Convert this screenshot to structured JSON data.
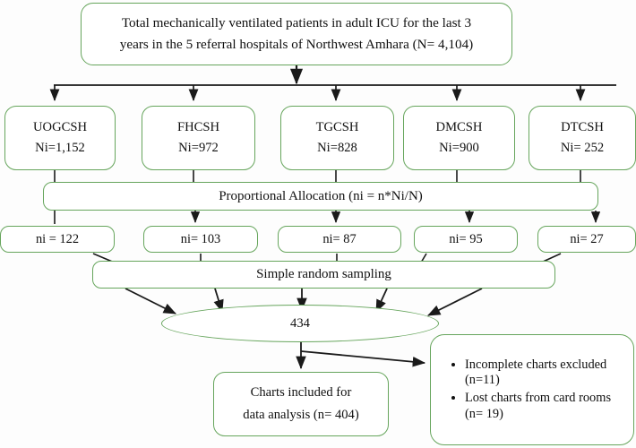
{
  "title_box": {
    "lines": [
      "Total mechanically ventilated patients in adult ICU for the last 3",
      "years in the 5 referral hospitals of Northwest Amhara (N= 4,104)"
    ]
  },
  "hospitals": [
    {
      "name": "UOGCSH",
      "population": "Ni=1,152"
    },
    {
      "name": "FHCSH",
      "population": "Ni=972"
    },
    {
      "name": "TGCSH",
      "population": "Ni=828"
    },
    {
      "name": "DMCSH",
      "population": "Ni=900"
    },
    {
      "name": "DTCSH",
      "population": "Ni= 252"
    }
  ],
  "allocation_bar": {
    "label": "Proportional Allocation (ni = n*Ni/N)"
  },
  "allocations": [
    {
      "label": "ni = 122"
    },
    {
      "label": "ni= 103"
    },
    {
      "label": "ni= 87"
    },
    {
      "label": "ni= 95"
    },
    {
      "label": "ni= 27"
    }
  ],
  "sampling_bar": {
    "label": "Simple random sampling"
  },
  "total_sampled": {
    "value": "434"
  },
  "included_box": {
    "lines": [
      "Charts included for",
      "data analysis (n= 404)"
    ]
  },
  "excluded_box": {
    "bullets": [
      "Incomplete charts excluded (n=11)",
      "Lost charts from card rooms (n= 19)"
    ]
  },
  "colors": {
    "node_border": "#66a55c",
    "connector": "#1a1a1a",
    "background": "#fdfdfd",
    "text": "#101010"
  }
}
